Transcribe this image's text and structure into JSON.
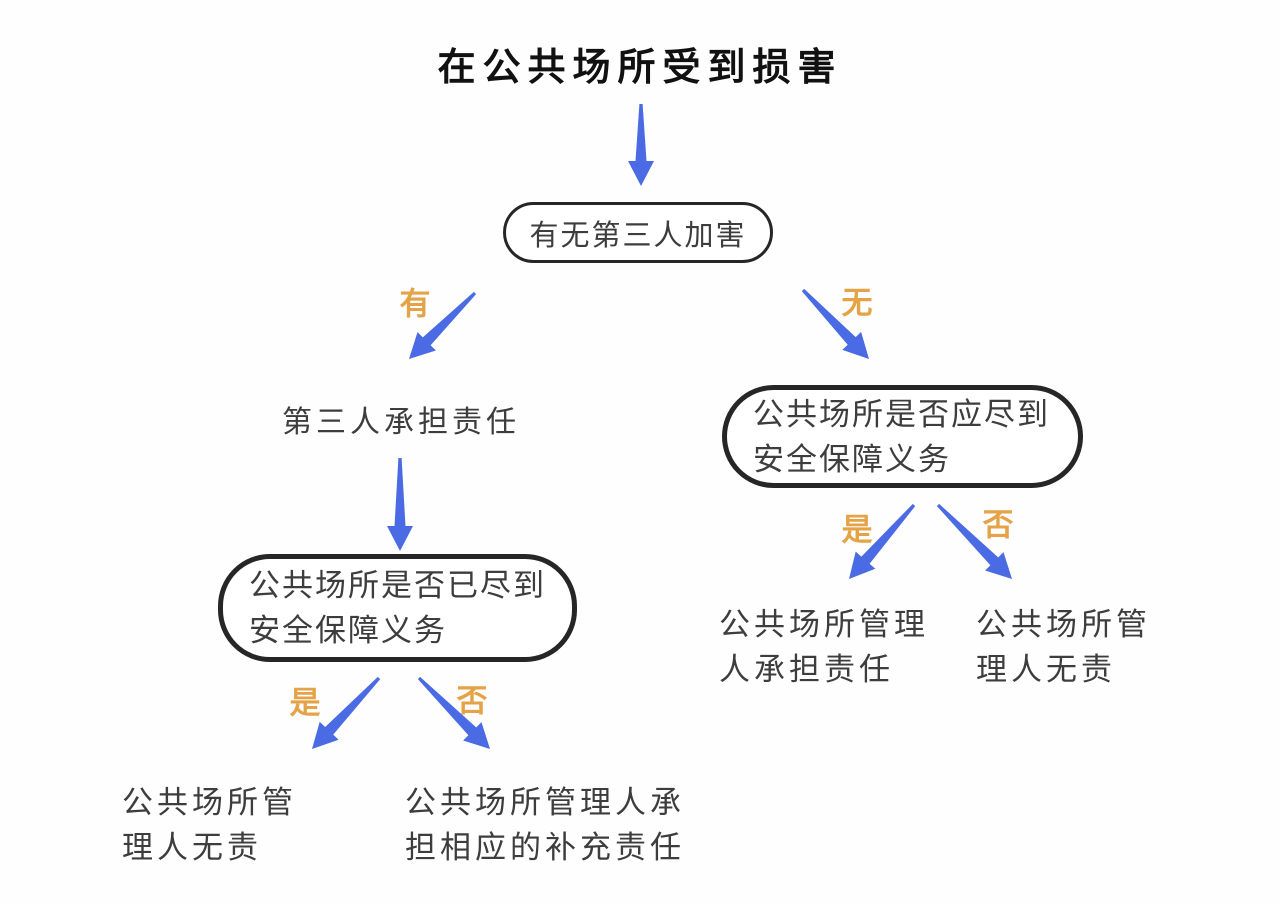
{
  "colors": {
    "page_bg": "#fefefe",
    "arrow_blue": "#4a6be3",
    "label_orange": "#e5a348",
    "node_border": "#262626",
    "text_dark": "#3d3d3d",
    "title_black": "#111111"
  },
  "flowchart": {
    "title": "在公共场所受到损害",
    "nodes": {
      "root_question": {
        "text": "有无第三人加害"
      },
      "third_party_result": {
        "text": "第三人承担责任"
      },
      "left_question": {
        "line1": "公共场所是否已尽到",
        "line2": "安全保障义务"
      },
      "right_question": {
        "line1": "公共场所是否应尽到",
        "line2": "安全保障义务"
      },
      "left_yes_result": {
        "line1": "公共场所管",
        "line2": "理人无责"
      },
      "left_no_result": {
        "line1": "公共场所管理人承",
        "line2": "担相应的补充责任"
      },
      "right_yes_result": {
        "line1": "公共场所管理",
        "line2": "人承担责任"
      },
      "right_no_result": {
        "line1": "公共场所管",
        "line2": "理人无责"
      }
    },
    "edge_labels": {
      "root_yes": "有",
      "root_no": "无",
      "left_yes": "是",
      "left_no": "否",
      "right_yes": "是",
      "right_no": "否"
    }
  }
}
